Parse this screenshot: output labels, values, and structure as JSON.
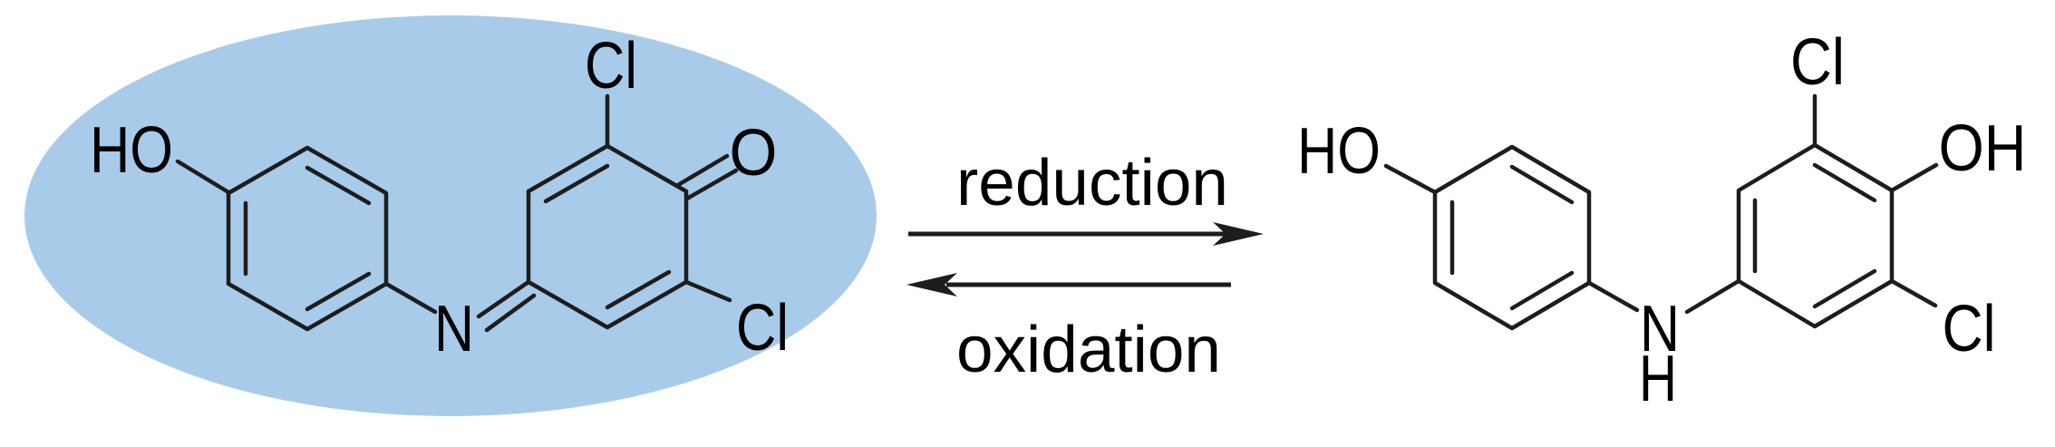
{
  "colors": {
    "background": "#ffffff",
    "highlight": "#a9cbea",
    "bond": "#1d1d1d",
    "text": "#000000"
  },
  "left_molecule": {
    "atom_labels": {
      "hydroxyl": "HO",
      "chloro_top": "Cl",
      "carbonyl_oxygen": "O",
      "chloro_bottom": "Cl",
      "imine_nitrogen": "N"
    }
  },
  "reaction": {
    "forward": "reduction",
    "reverse": "oxidation"
  },
  "right_molecule": {
    "atom_labels": {
      "hydroxyl": "HO",
      "amine_nitrogen": "N",
      "amine_hydrogen": "H",
      "chloro_top": "Cl",
      "hydroxyl_right": "OH",
      "chloro_bottom": "Cl"
    }
  }
}
